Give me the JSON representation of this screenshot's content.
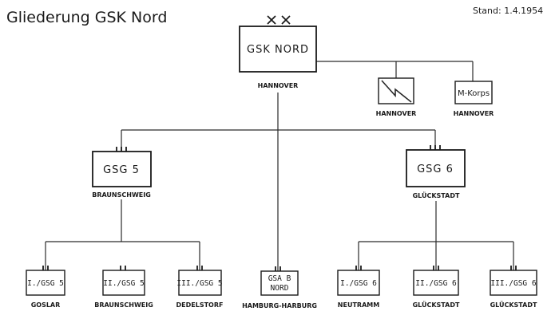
{
  "title": "Gliederung  GSK Nord",
  "stand": "Stand: 1.4.1954",
  "hq": {
    "label": "GSK NORD",
    "location": "HANNOVER"
  },
  "signal_unit": {
    "icon": "signal-unit-icon",
    "location": "HANNOVER"
  },
  "mkorps": {
    "label": "M-Korps",
    "location": "HANNOVER"
  },
  "groups": {
    "gsg5": {
      "label": "GSG 5",
      "location": "BRAUNSCHWEIG"
    },
    "gsg6": {
      "label": "GSG 6",
      "location": "GLÜCKSTADT"
    }
  },
  "gsa": {
    "line1": "GSA B",
    "line2": "NORD",
    "location": "HAMBURG-HARBURG"
  },
  "battalions": [
    {
      "label": "I./GSG 5",
      "location": "GOSLAR"
    },
    {
      "label": "II./GSG 5",
      "location": "BRAUNSCHWEIG"
    },
    {
      "label": "III./GSG 5",
      "location": "DEDELSTORF"
    },
    {
      "label": "I./GSG 6",
      "location": "NEUTRAMM"
    },
    {
      "label": "II./GSG 6",
      "location": "GLÜCKSTADT"
    },
    {
      "label": "III./GSG 6",
      "location": "GLÜCKSTADT"
    }
  ]
}
